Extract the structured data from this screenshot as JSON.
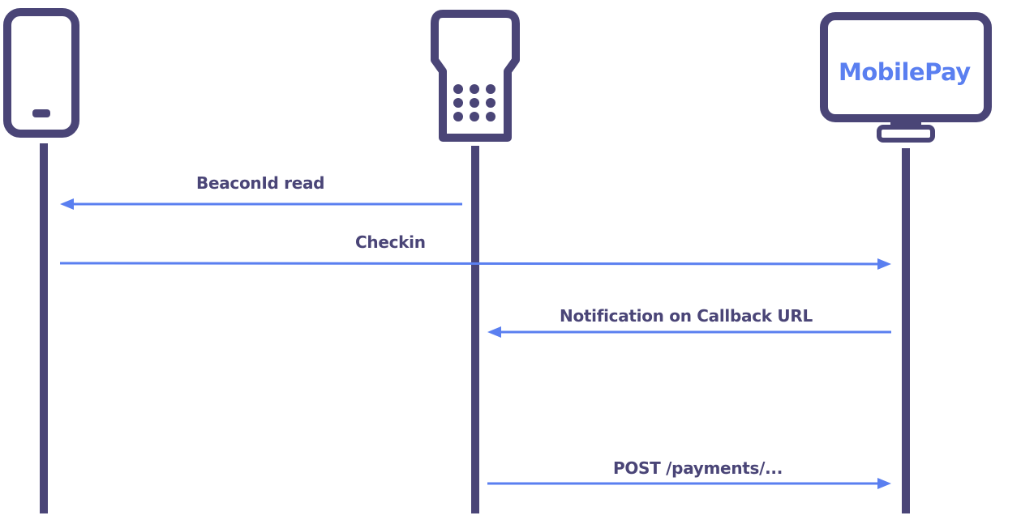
{
  "colors": {
    "actor": "#4a4577",
    "arrow": "#5a7ff0",
    "label": "#4a4577",
    "brand": "#5a7ff0"
  },
  "actors": [
    {
      "name": "phone",
      "icon": "smartphone-icon"
    },
    {
      "name": "terminal",
      "icon": "payment-terminal-icon"
    },
    {
      "name": "server",
      "icon": "monitor-icon",
      "brand_text": "MobilePay"
    }
  ],
  "messages": [
    {
      "label": "BeaconId read",
      "from": "terminal",
      "to": "phone"
    },
    {
      "label": "Checkin",
      "from": "phone",
      "to": "server"
    },
    {
      "label": "Notification on Callback URL",
      "from": "server",
      "to": "terminal"
    },
    {
      "label": "POST /payments/...",
      "from": "terminal",
      "to": "server"
    }
  ]
}
